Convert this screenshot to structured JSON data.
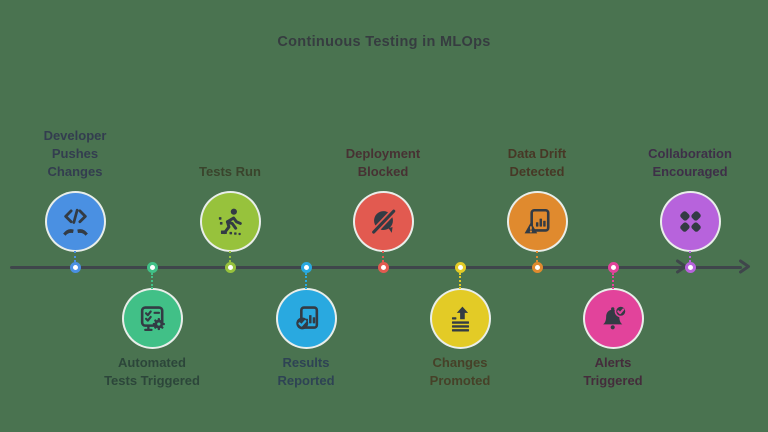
{
  "title": {
    "text": "Continuous Testing in MLOps",
    "color": "#363C40"
  },
  "canvas": {
    "background_color": "#4A7350",
    "timeline_color": "#3F464B",
    "icon_ink_color": "#333B44",
    "direction": "left-to-right"
  },
  "timeline": {
    "nodes": [
      {
        "label": "Developer Pushes Changes",
        "side": "top",
        "color": "#4A90E2",
        "label_color": "#333D4F",
        "icon": "code-hands-icon"
      },
      {
        "label": "Automated Tests Triggered",
        "side": "bottom",
        "color": "#41C087",
        "label_color": "#2C463A",
        "icon": "checklist-gear-icon"
      },
      {
        "label": "Tests Run",
        "side": "top",
        "color": "#97C23C",
        "label_color": "#3A442C",
        "icon": "runner-icon"
      },
      {
        "label": "Results Reported",
        "side": "bottom",
        "color": "#29A9E0",
        "label_color": "#2E4354",
        "icon": "report-check-icon"
      },
      {
        "label": "Deployment Blocked",
        "side": "top",
        "color": "#E25A50",
        "label_color": "#473133",
        "icon": "blocked-icon"
      },
      {
        "label": "Changes Promoted",
        "side": "bottom",
        "color": "#E3CB26",
        "label_color": "#464128",
        "icon": "promote-arrow-icon"
      },
      {
        "label": "Data Drift Detected",
        "side": "top",
        "color": "#E08A2E",
        "label_color": "#473826",
        "icon": "data-drift-warning-icon"
      },
      {
        "label": "Alerts Triggered",
        "side": "bottom",
        "color": "#E2439B",
        "label_color": "#442C3B",
        "icon": "alert-check-icon"
      },
      {
        "label": "Collaboration Encouraged",
        "side": "top",
        "color": "#B763DC",
        "label_color": "#3E2F48",
        "icon": "collaboration-icon"
      }
    ]
  }
}
